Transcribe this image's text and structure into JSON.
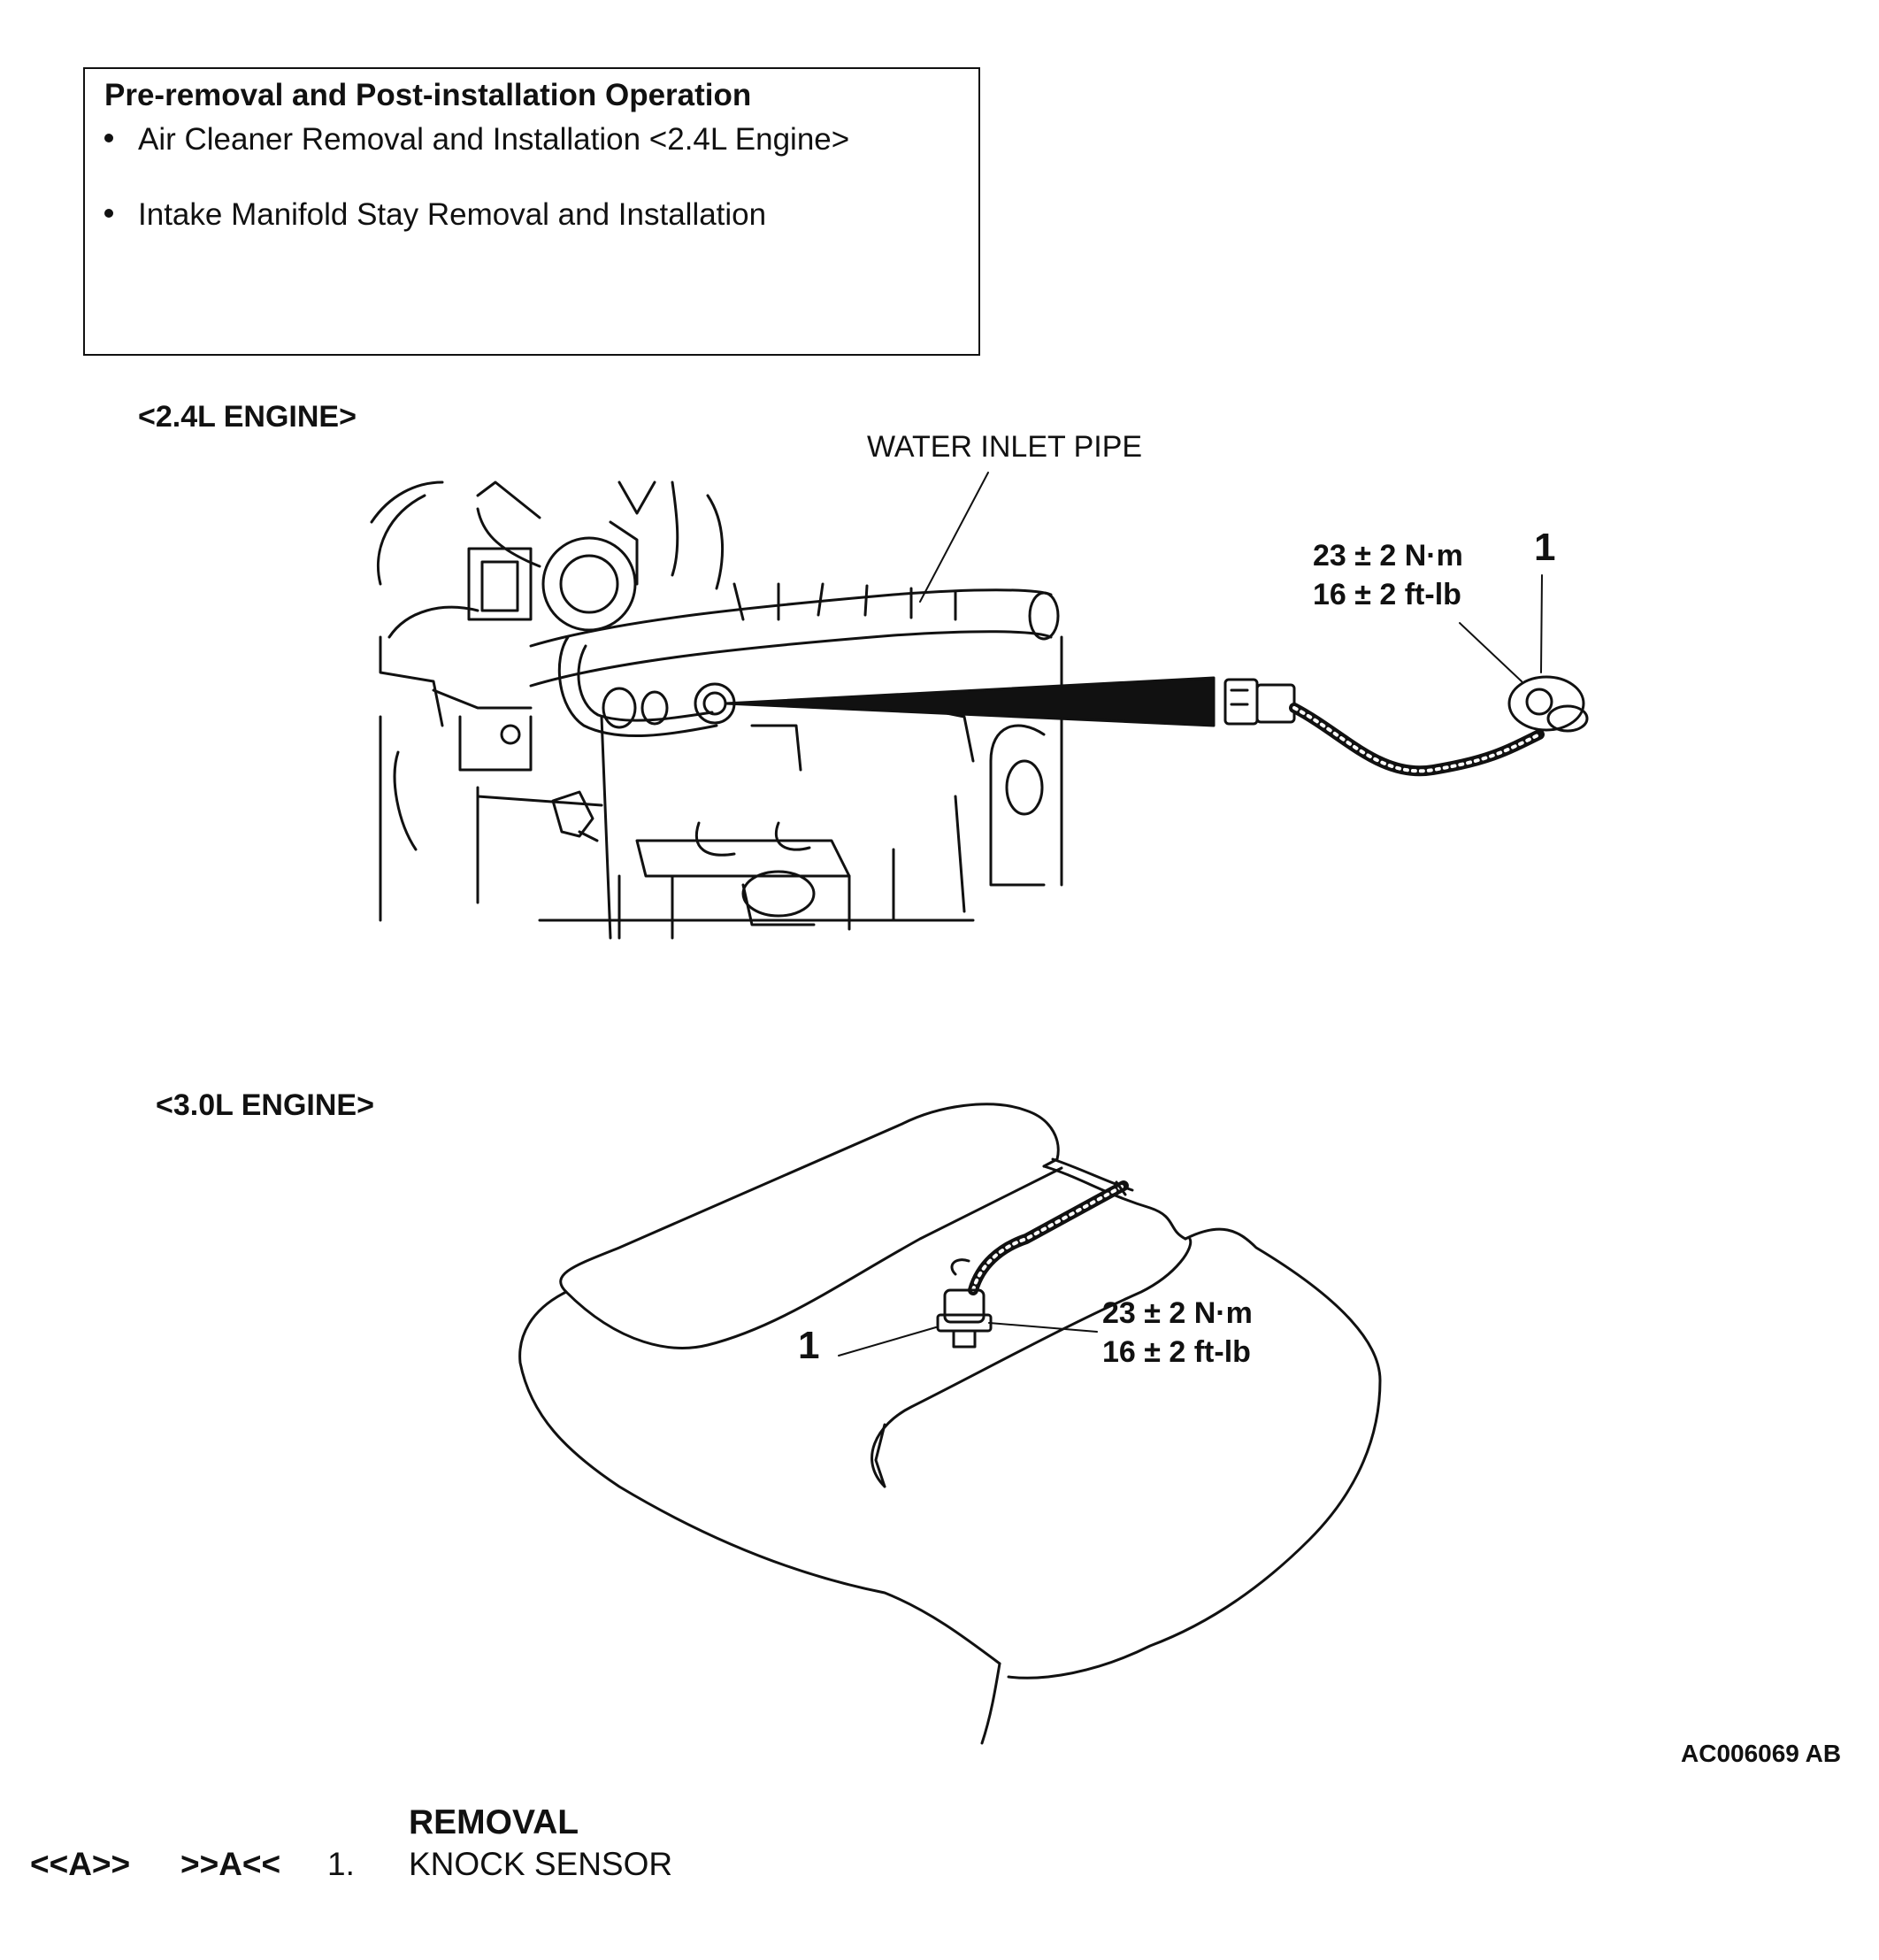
{
  "pre_operation": {
    "title": "Pre-removal and Post-installation Operation",
    "items": [
      "Air Cleaner Removal and Installation <2.4L Engine>",
      "Intake Manifold Stay Removal and Installation"
    ]
  },
  "figure_24": {
    "title": "<2.4L ENGINE>",
    "water_pipe_label": "WATER INLET PIPE",
    "callout": "1",
    "torque_nm": "23 ± 2 N·m",
    "torque_ftlb": "16 ± 2 ft-lb"
  },
  "figure_30": {
    "title": "<3.0L ENGINE>",
    "callout": "1",
    "torque_nm": "23 ± 2 N·m",
    "torque_ftlb": "16 ± 2 ft-lb"
  },
  "figure_code": "AC006069 AB",
  "removal": {
    "heading": "REMOVAL",
    "removal_symbol": "<<A>>",
    "installation_symbol": ">>A<<",
    "step_number": "1.",
    "step_label": "KNOCK SENSOR"
  }
}
